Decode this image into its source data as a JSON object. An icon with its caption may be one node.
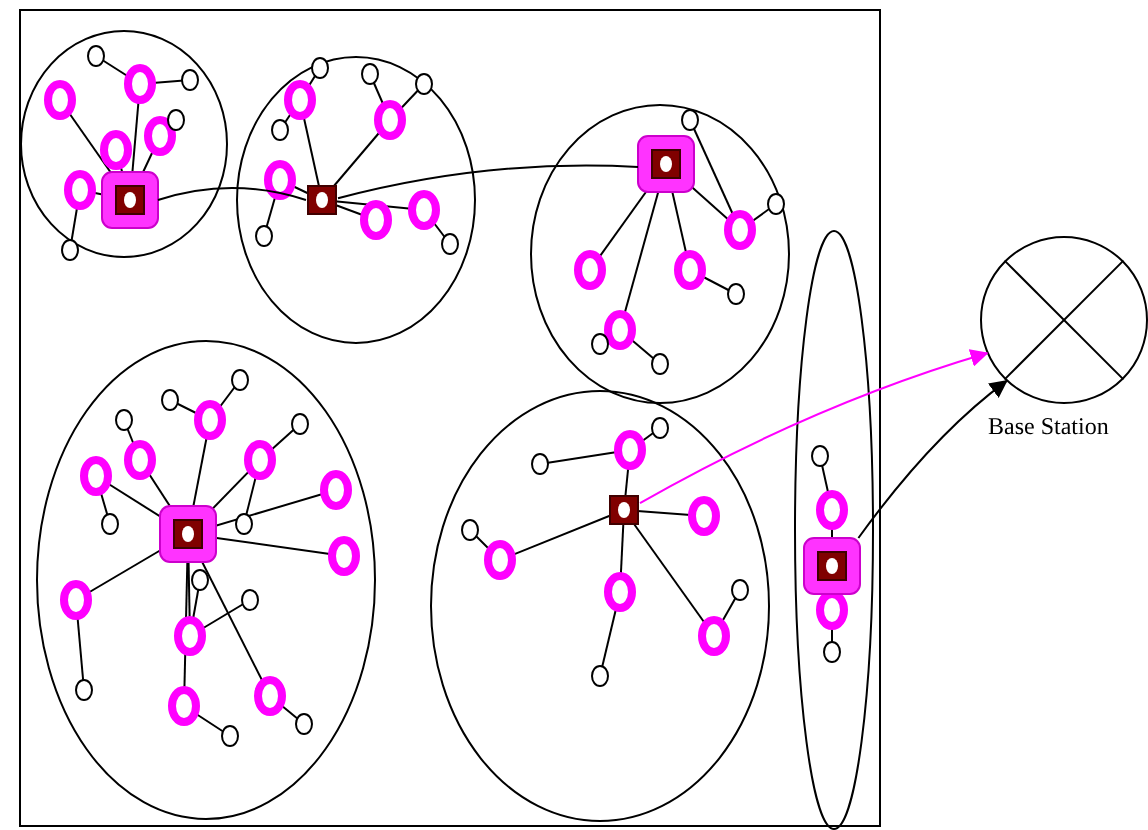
{
  "diagram": {
    "nodes": [
      {
        "text": [],
        "shape": "circle"
      },
      {
        "text": [],
        "shape": "circle"
      },
      {
        "text": [],
        "shape": "circle"
      },
      {
        "text": [],
        "shape": "circle"
      },
      {
        "text": [],
        "shape": "circle"
      },
      {
        "text": [],
        "shape": "circle"
      },
      {
        "text": [],
        "shape": "box",
        "in": 0
      },
      {
        "text": [],
        "shape": "box",
        "in": 1
      },
      {
        "text": [],
        "shape": "box",
        "in": 2
      },
      {
        "text": [],
        "shape": "box",
        "in": 3
      },
      {
        "text": [],
        "shape": "box",
        "in": 4
      },
      {
        "text": [],
        "shape": "box",
        "in": 5
      },
      {
        "text": [
          "Base Station"
        ]
      }
    ],
    "edges": [
      {
        "from": 6,
        "to": 7,
        "arrow": "none"
      },
      {
        "from": 7,
        "to": 8,
        "arrow": "none"
      },
      {
        "from": 10,
        "to": 12,
        "arrow": "to",
        "color": "#ff00ff"
      },
      {
        "from": 11,
        "to": 12,
        "arrow": "to"
      }
    ]
  }
}
